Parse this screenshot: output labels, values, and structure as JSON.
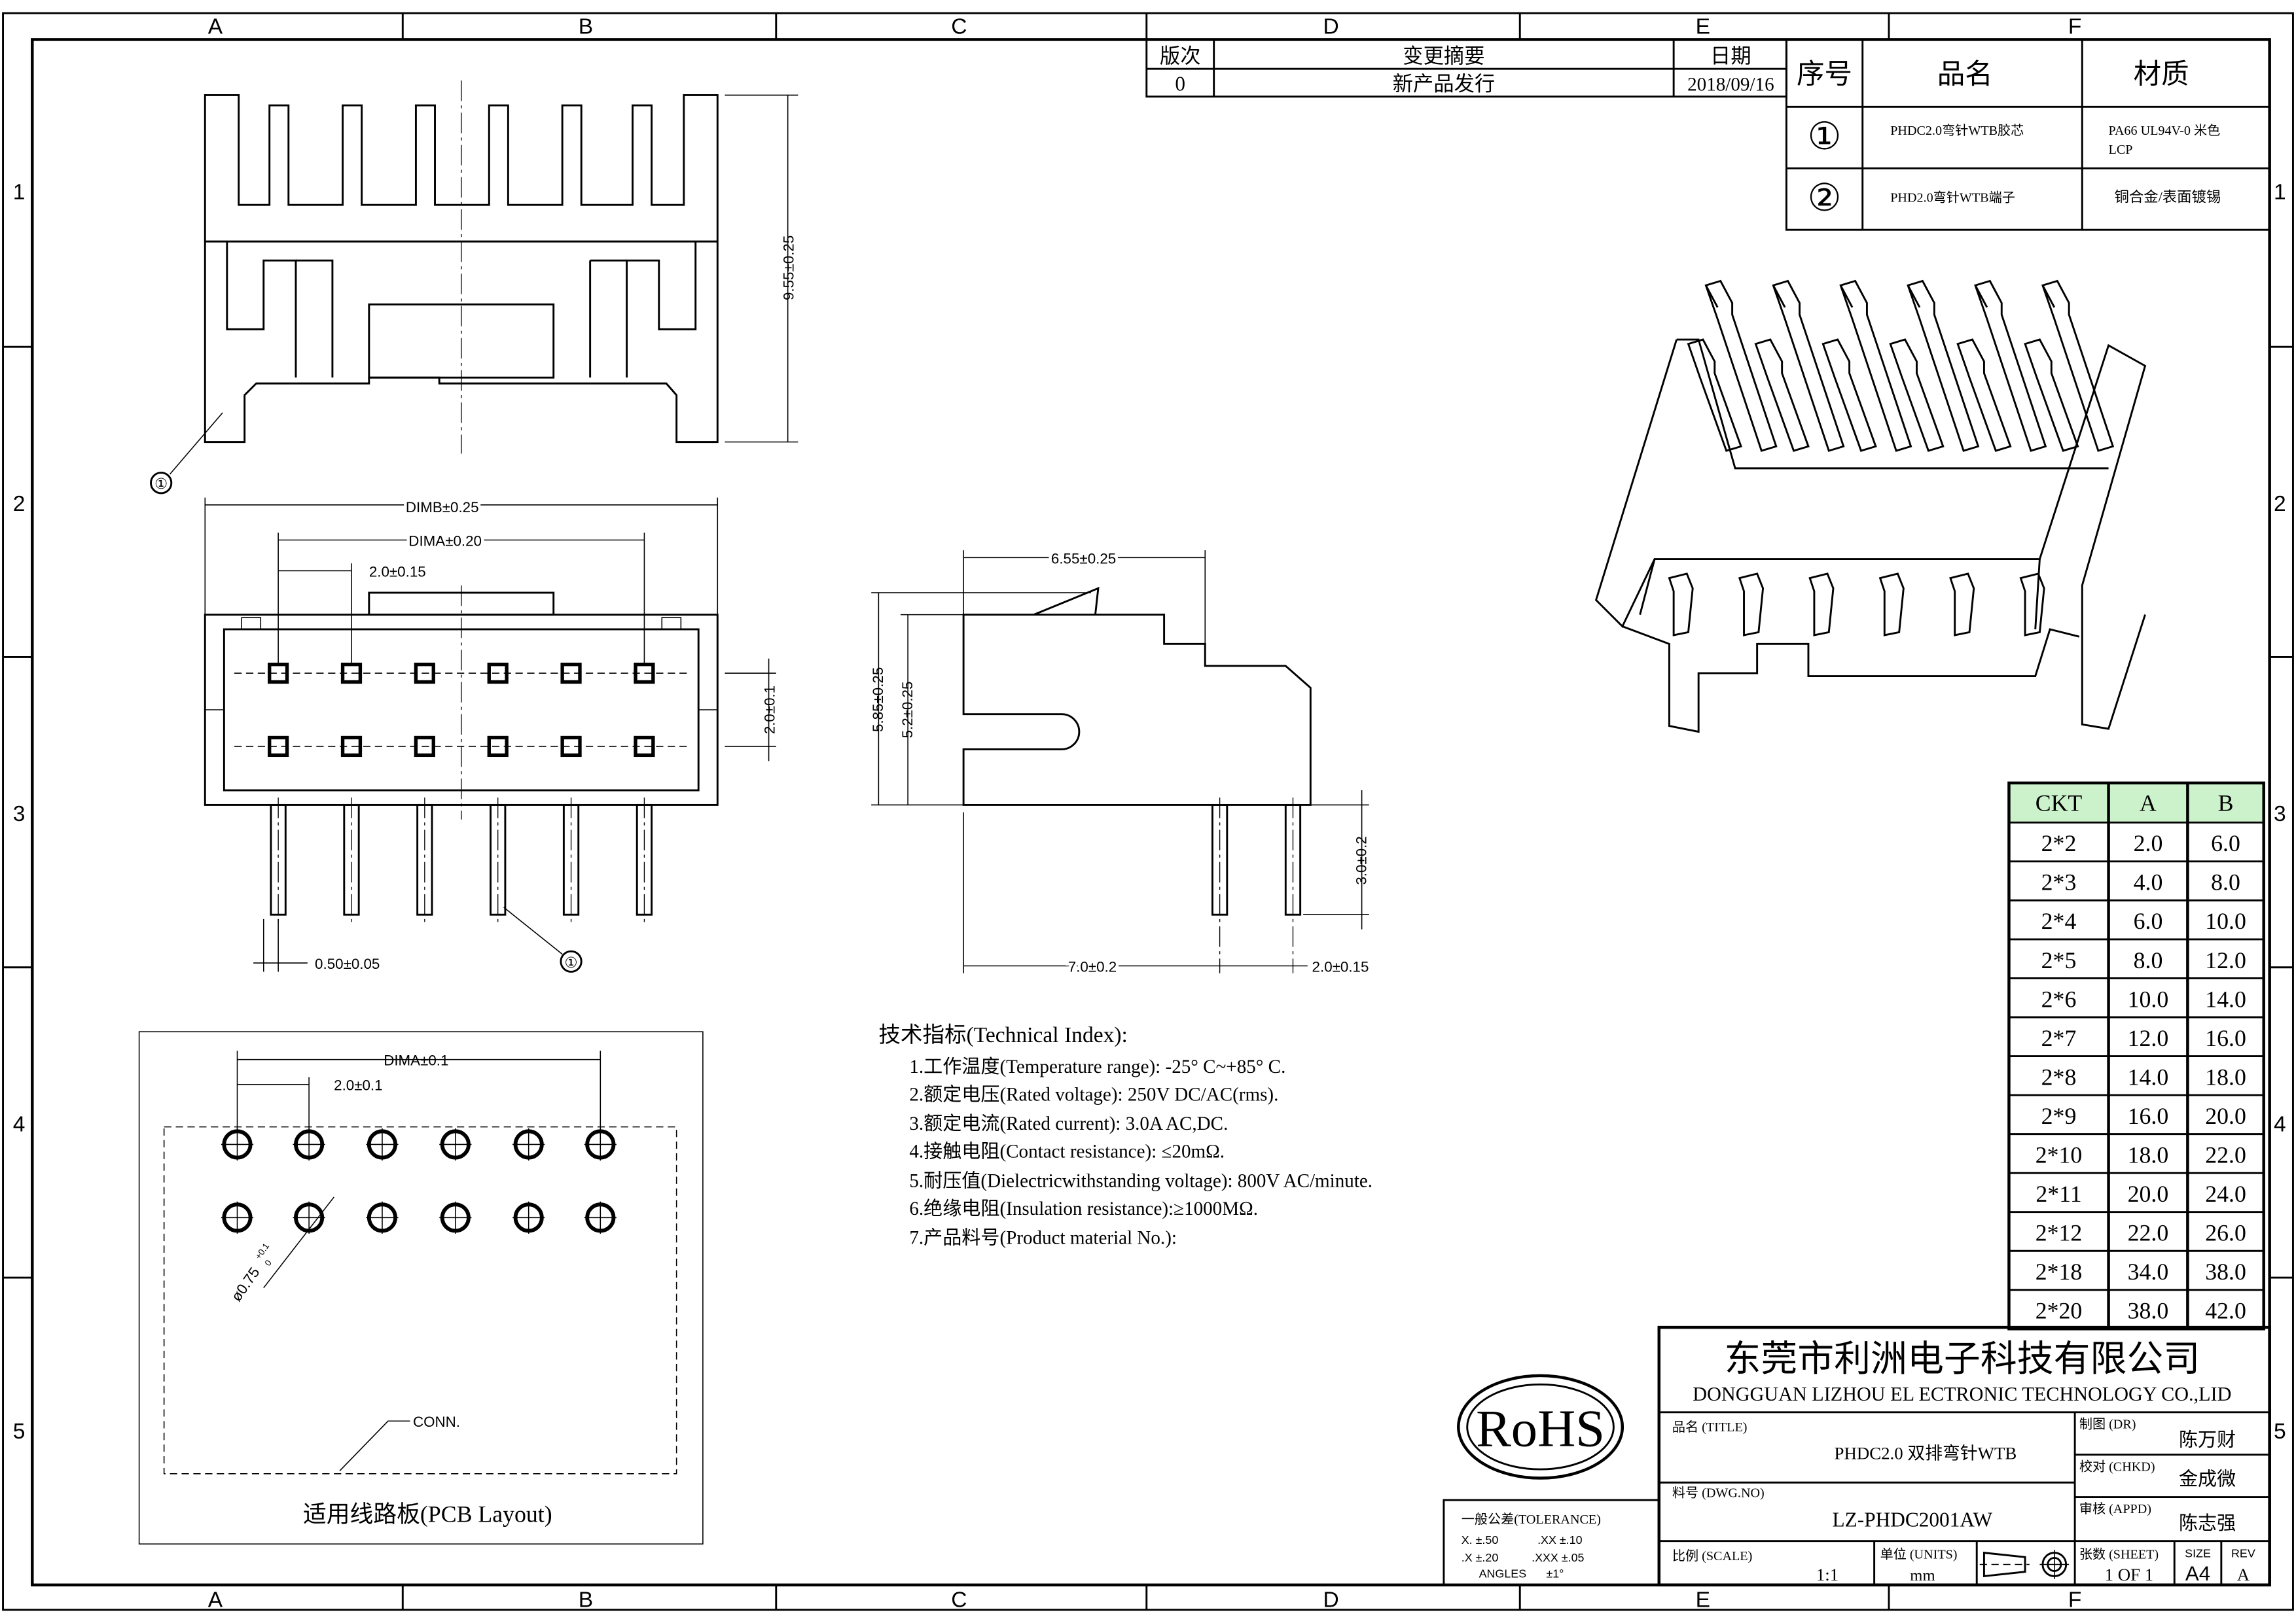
{
  "frame": {
    "columns": [
      "A",
      "B",
      "C",
      "D",
      "E",
      "F"
    ],
    "rows": [
      "1",
      "2",
      "3",
      "4",
      "5"
    ]
  },
  "revision_table": {
    "headers": [
      "版次",
      "变更摘要",
      "日期"
    ],
    "rows": [
      [
        "0",
        "新产品发行",
        "2018/09/16"
      ]
    ]
  },
  "parts_table": {
    "headers": [
      "序号",
      "品名",
      "材质"
    ],
    "rows": [
      {
        "no": "①",
        "name": "PHDC2.0弯针WTB胶芯",
        "material": "PA66 UL94V-0 米色",
        "material2": "LCP"
      },
      {
        "no": "②",
        "name": "PHD2.0弯针WTB端子",
        "material": "铜合金/表面镀锡",
        "material2": ""
      }
    ]
  },
  "top_view": {
    "dim_height": "9.55±0.25",
    "callout": "①"
  },
  "front_view": {
    "dim_b": "DIMB±0.25",
    "dim_a": "DIMA±0.20",
    "dim_pitch": "2.0±0.15",
    "dim_row_pitch": "2.0±0.1",
    "dim_pin": "0.50±0.05",
    "callout": "①"
  },
  "side_view": {
    "dim_depth": "6.55±0.25",
    "dim_h1": "5.85±0.25",
    "dim_h2": "5.2±0.25",
    "dim_pin_len": "3.0±0.2",
    "dim_base": "7.0±0.2",
    "dim_pitch": "2.0±0.15"
  },
  "pcb_layout": {
    "dim_a": "DIMA±0.1",
    "dim_pitch": "2.0±0.1",
    "hole": "ø0.75",
    "hole_tol_plus": "+0.1",
    "hole_tol_minus": "0",
    "conn_label": "CONN.",
    "caption": "适用线路板(PCB Layout)"
  },
  "technical_index": {
    "title": "技术指标(Technical Index):",
    "items": [
      "1.工作温度(Temperature range): -25° C~+85° C.",
      "2.额定电压(Rated voltage): 250V DC/AC(rms).",
      "3.额定电流(Rated current): 3.0A AC,DC.",
      "4.接触电阻(Contact resistance): ≤20mΩ.",
      "5.耐压值(Dielectricwithstanding voltage): 800V AC/minute.",
      "6.绝缘电阻(Insulation resistance):≥1000MΩ.",
      "7.产品料号(Product material No.):"
    ]
  },
  "ckt_table": {
    "headers": [
      "CKT",
      "A",
      "B"
    ],
    "header_color": "#ccf2cc",
    "rows": [
      [
        "2*2",
        "2.0",
        "6.0"
      ],
      [
        "2*3",
        "4.0",
        "8.0"
      ],
      [
        "2*4",
        "6.0",
        "10.0"
      ],
      [
        "2*5",
        "8.0",
        "12.0"
      ],
      [
        "2*6",
        "10.0",
        "14.0"
      ],
      [
        "2*7",
        "12.0",
        "16.0"
      ],
      [
        "2*8",
        "14.0",
        "18.0"
      ],
      [
        "2*9",
        "16.0",
        "20.0"
      ],
      [
        "2*10",
        "18.0",
        "22.0"
      ],
      [
        "2*11",
        "20.0",
        "24.0"
      ],
      [
        "2*12",
        "22.0",
        "26.0"
      ],
      [
        "2*18",
        "34.0",
        "38.0"
      ],
      [
        "2*20",
        "38.0",
        "42.0"
      ]
    ]
  },
  "rohs": "RoHS",
  "tolerance": {
    "title": "一般公差(TOLERANCE)",
    "line1a": "X. ±.50",
    "line1b": ".XX ±.10",
    "line2a": ".X ±.20",
    "line2b": ".XXX ±.05",
    "line3a": "ANGLES",
    "line3b": "±1°"
  },
  "title_block": {
    "company_cn": "东莞市利洲电子科技有限公司",
    "company_en": "DONGGUAN LIZHOU EL ECTRONIC TECHNOLOGY CO.,LID",
    "title_label": "品名 (TITLE)",
    "title": "PHDC2.0 双排弯针WTB",
    "dwg_label": "料号 (DWG.NO)",
    "dwg_no": "LZ-PHDC2001AW",
    "dr_label": "制图 (DR)",
    "dr": "陈万财",
    "chkd_label": "校对 (CHKD)",
    "chkd": "金成微",
    "appd_label": "审核 (APPD)",
    "appd": "陈志强",
    "scale_label": "比例 (SCALE)",
    "scale": "1:1",
    "units_label": "单位 (UNITS)",
    "units": "mm",
    "sheet_label": "张数 (SHEET)",
    "sheet": "1 OF 1",
    "size_label": "SIZE",
    "size": "A4",
    "rev_label": "REV",
    "rev": "A"
  }
}
